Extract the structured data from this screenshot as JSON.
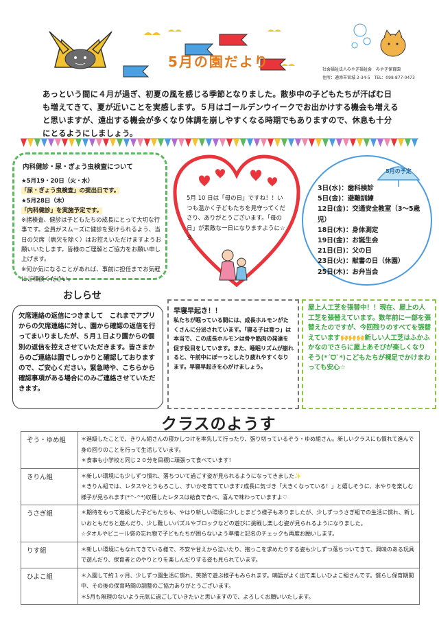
{
  "header": {
    "title": "5月の園だより",
    "org_line1": "社会福祉法人みやぎ福祉会　みやぎ保育園",
    "org_line2": "住所：通添市宮城 2-34-5　TEL：098-877-0473"
  },
  "intro": "あっという間に４月が過ぎ、初夏の風を感じる季節となりました。散歩中の子どもたちが汗ばむ日も増えてきて、夏が近いことを実感します。５月はゴールデンウイークでお出かけする機会も増えると思いますが、遠出する機会が多くなり体調を崩しやすくなる時期でもありますので、休息も十分にとるようにしましょう。",
  "medical": {
    "title": "内科健診・尿・ぎょう虫検査について",
    "date1": "★5月19・20日（火・水）",
    "line1": "「尿・ぎょう虫検査」の提出日です。",
    "date2": "★5月28日（木）",
    "line2": "「内科健診」を実施予定です。",
    "note1": "※諸検査、健診は子どもたちの成長にとって大切な行事です。全員がスムーズに健診を受けられるよう、当日の欠席（病欠を除く）はお控えいただけますようお願いいたします。皆様のご理解とご協力をお願い申し上げます。",
    "note2": "※何か気になることがあれば、事前に担任までお気軽にご相談ください。"
  },
  "mothers_day": "5月 10 日は「母の日」ですね！！いつも温かく子どもたちを見守ってくださり、ありがとうございます。「母の日」が素敵な一日になりますように☆彡",
  "schedule": {
    "badge": "5月の予定",
    "items": [
      "3日(水)：歯科検診",
      "5日(金)：避難訓練",
      "12日(金)：交通安全教室（3～5歳児）",
      "18日(木)：身体測定",
      "19日(金)：お誕生会",
      "21日(日)：父の日",
      "23日(火)：献書の日（休園）",
      "25日(木)：お弁当会"
    ]
  },
  "notice": {
    "heading": "おしらせ",
    "body": "欠席連絡の返信につきまして　これまでアプリからの欠席連絡に対し、園から確認の返信を行ってまいりましたが、５月１日より園からの個別の返信を控えさせていただきます。皆さまからのご連絡は園でしっかりと確認しておりますので、ご安心ください。緊急時や、こちらから確認事項がある場合にのみご連絡させていただきます。"
  },
  "sleep": {
    "title": "早寝早起き！！",
    "body": "私たちが眠っている間には、成長ホルモンがたくさんに分泌されています。「寝る子は育つ」は本当で、この成長ホルモンは骨や筋肉の発達を促す役目をしています。また、睡眠リズムが崩れると、午前中にぼーっとしたり疲れやすくなります。早寝早起きを心がけましょう。"
  },
  "turf": {
    "text": "屋上人工芝を張替中！！現在、屋上の人工芝を張替えています。数年前に一部を張替えたのですが、今回残りのすべてを張替えています🙌🙌🙌新しい人工芝はふかふかなのでさらに屋上あそびが楽しくなりそう(*ˊᗜˋ*)こどもたちが裸足でかけまわっても安心☆"
  },
  "classes": {
    "heading": "クラスのようす",
    "rows": [
      {
        "name": "ぞう・ゆめ組",
        "lines": [
          "＊進級したことで、きりん組さんの寝かしつけを率先して行ったり、張り切っているぞう・ゆめ組さん。新しいクラスにも慣れて進んで身の回りのことを行って生活しています。",
          "＊食事も小学校と同じ２０分を目標に頑張って食べています！"
        ]
      },
      {
        "name": "きりん組",
        "lines": [
          "＊新しい環境にも少しずつ慣れ、落ちついて過ごす姿が見られるようになってきました✨",
          "＊きりん組では、レタスやとうもろこし、すいかを育てています♪成長に気づき「大きくなっている！」と嬉しそうに、水やりを楽しむ様子が見られます(*^-^*)収穫したレタスは給食で食べ、喜んで味わっていますよ♡"
        ]
      },
      {
        "name": "うさぎ組",
        "lines": [
          "＊期待をもって進級した子どもたちも、やはり新しい環境に少しとまどう様子もありましたが、少しずつうさぎ組での生活に慣れ、新しいおともだちと遊んだり、少し難しいパズルやブロックなどの遊びに挑戦し楽しむ姿が見られるようになりました。",
          "☆タオルやビニール袋の忘れ物で子どもたちが困らないよう準備と記名のチェックも再度お願いします。"
        ]
      },
      {
        "name": "りす組",
        "lines": [
          "＊新しい環境にもなれてきている様で、不安や甘えから泣いたり、抱っこを求めたりする姿も少しずつ落ちついてきて、興味のある玩具で遊んだり、保育者とのやりとりを楽しんだりする姿も見られています。"
        ]
      },
      {
        "name": "ひよこ組",
        "lines": [
          "＊入園して約１ヶ月、少しずつ園生活に慣れ、笑顔で遊ぶ様子もみられます。喃語がよく出て楽しいひよこ組さんです。慣らし保育期間中、その後の保育時間の調整のご協力ありがとうございます。",
          "＊5月も無理のないよう元気に過ごしていきたいと思いますので、よろしくお願いいたします。"
        ]
      }
    ]
  },
  "colors": {
    "title": "#e07a1e",
    "green": "#5cb85c",
    "heart": "#e8343a",
    "turf": "#3aa640",
    "blue": "#4a9be0"
  }
}
